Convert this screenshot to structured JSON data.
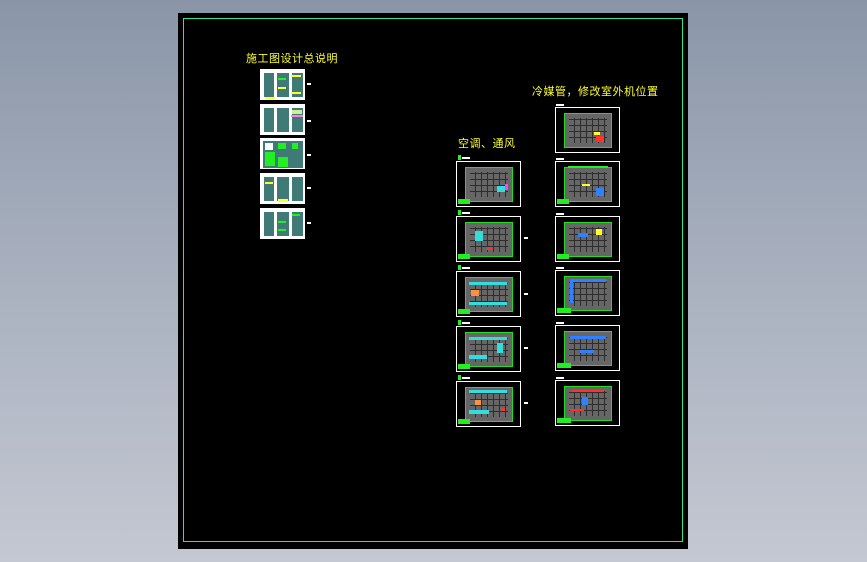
{
  "window": {
    "background_gradient": [
      "#8a96a8",
      "#c4c8d2"
    ],
    "canvas_color": "#000000",
    "frame_color": "#2fe0a0"
  },
  "drawing": {
    "groups": [
      {
        "id": "general-notes",
        "title": "施工图设计总说明",
        "title_color": "#ffff30",
        "sheet_count": 5
      },
      {
        "id": "hvac-ventilation",
        "title": "空调、通风",
        "title_color": "#ffff30",
        "sheet_count": 5
      },
      {
        "id": "refrigerant-outdoor-units",
        "title": "冷媒管，修改室外机位置",
        "title_color": "#ffff30",
        "sheet_count": 6
      }
    ]
  }
}
